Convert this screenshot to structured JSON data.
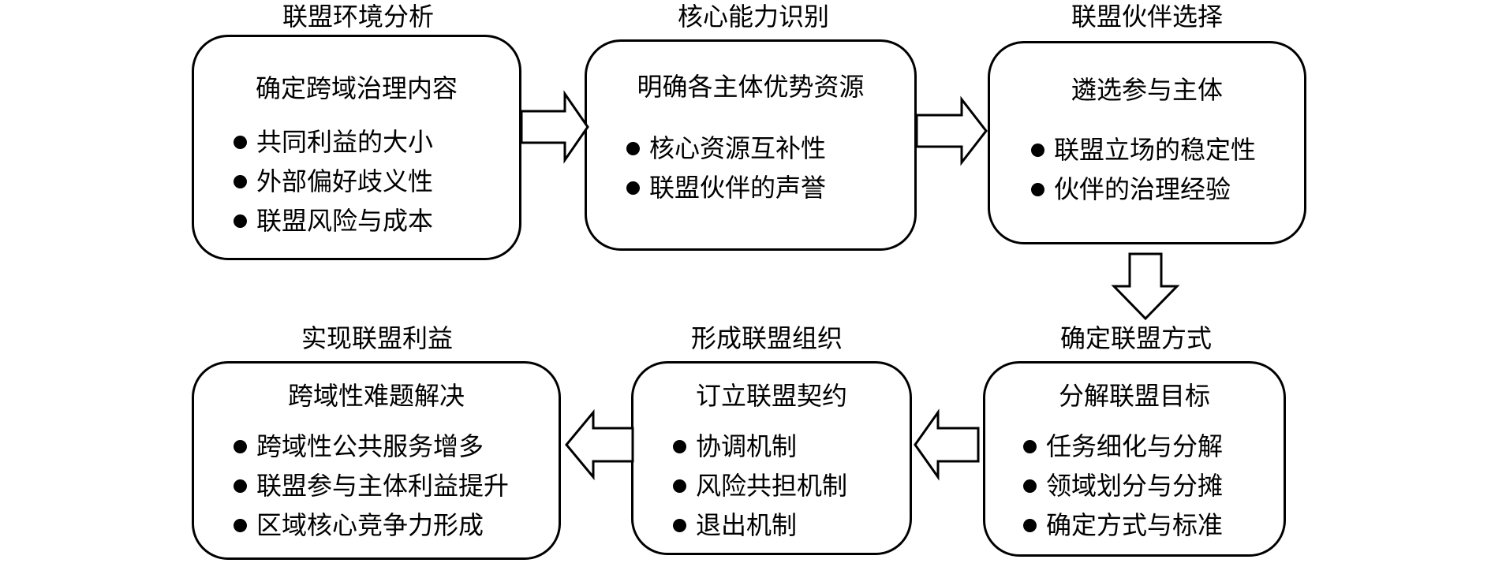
{
  "stages": [
    {
      "title": "联盟环境分析",
      "heading": "确定跨域治理内容",
      "items": [
        "共同利益的大小",
        "外部偏好歧义性",
        "联盟风险与成本"
      ]
    },
    {
      "title": "核心能力识别",
      "heading": "明确各主体优势资源",
      "items": [
        "核心资源互补性",
        "联盟伙伴的声誉"
      ]
    },
    {
      "title": "联盟伙伴选择",
      "heading": "遴选参与主体",
      "items": [
        "联盟立场的稳定性",
        "伙伴的治理经验"
      ]
    },
    {
      "title": "确定联盟方式",
      "heading": "分解联盟目标",
      "items": [
        "任务细化与分解",
        "领域划分与分摊",
        "确定方式与标准"
      ]
    },
    {
      "title": "形成联盟组织",
      "heading": "订立联盟契约",
      "items": [
        "协调机制",
        "风险共担机制",
        "退出机制"
      ]
    },
    {
      "title": "实现联盟利益",
      "heading": "跨域性难题解决",
      "items": [
        "跨域性公共服务增多",
        "联盟参与主体利益提升",
        "区域核心竞争力形成"
      ]
    }
  ],
  "flow": [
    {
      "from": "联盟环境分析",
      "to": "核心能力识别",
      "direction": "right"
    },
    {
      "from": "核心能力识别",
      "to": "联盟伙伴选择",
      "direction": "right"
    },
    {
      "from": "联盟伙伴选择",
      "to": "确定联盟方式",
      "direction": "down"
    },
    {
      "from": "确定联盟方式",
      "to": "形成联盟组织",
      "direction": "left"
    },
    {
      "from": "形成联盟组织",
      "to": "实现联盟利益",
      "direction": "left"
    }
  ],
  "colors": {
    "stroke": "#000000",
    "fill": "#ffffff"
  }
}
